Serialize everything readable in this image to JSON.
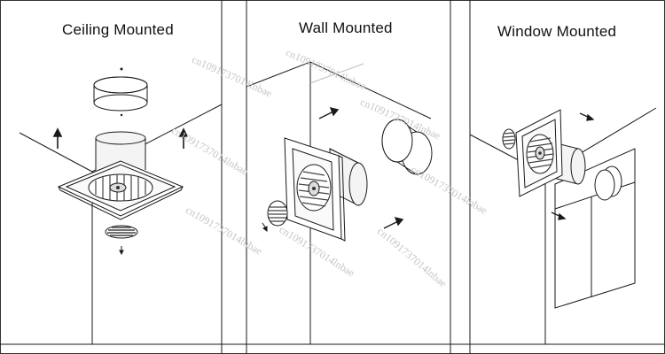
{
  "panels": [
    {
      "title": "Ceiling Mounted"
    },
    {
      "title": "Wall Mounted"
    },
    {
      "title": "Window Mounted"
    }
  ],
  "watermark": "cn1091737014lnbae",
  "colors": {
    "line": "#1a1a1a",
    "fan_body": "#f4f4f4",
    "grille": "#444444",
    "watermark": "#c6c6c6"
  }
}
